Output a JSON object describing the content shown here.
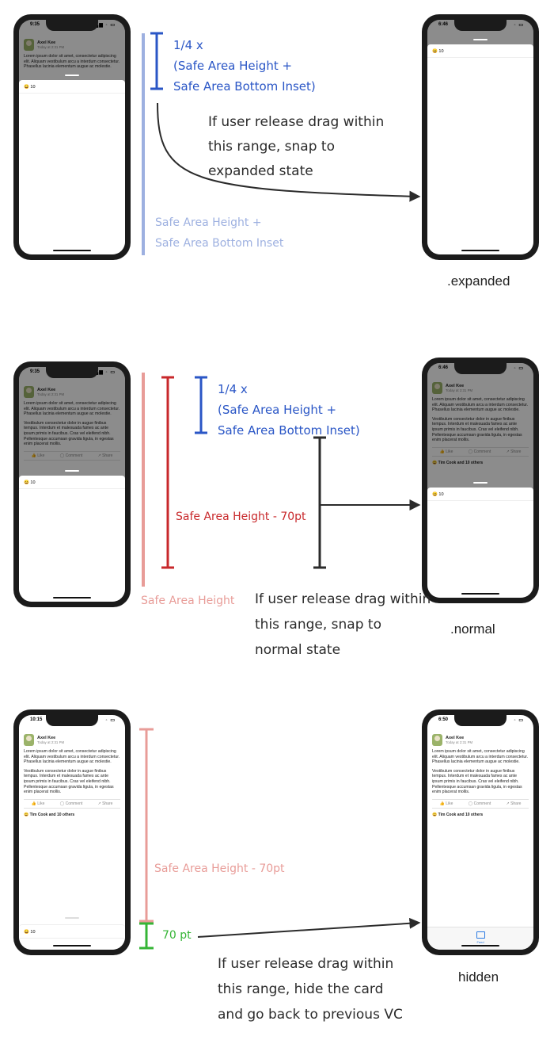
{
  "colors": {
    "blue": "#2a56c6",
    "light_blue": "#9db0e0",
    "red": "#c8282b",
    "pink": "#e89c98",
    "green": "#35b536",
    "dark": "#2b2b2b"
  },
  "post": {
    "author": "Axel Kee",
    "date": "Today at 2:31 PM",
    "para1": "Lorem ipsum dolor sit amet, consectetur adipiscing elit. Aliquam vestibulum arcu a interdum consectetur. Phasellus lacinia elementum augue ac molestie.",
    "para2": "Vestibulum consectetur dolor in augue finibus tempus. Interdum et malesuada fames ac ante ipsum primis in faucibus. Cras vel eleifend nibh. Pellentesque accumsan gravida ligula, in egestas enim placerat mollis.",
    "like": "Like",
    "comment": "Comment",
    "share": "Share",
    "reactions": "Tim Cook and 10 others",
    "card_reaction": "10"
  },
  "section1": {
    "left_time": "9:35",
    "right_time": "6:46",
    "quarter_label": "1/4 x",
    "quarter_label2": "(Safe Area Height +",
    "quarter_label3": "Safe Area Bottom Inset)",
    "drag_text1": "If user release drag within",
    "drag_text2": "this range, snap to",
    "drag_text3": "expanded state",
    "total_label1": "Safe Area Height +",
    "total_label2": "Safe Area Bottom Inset",
    "state": ".expanded"
  },
  "section2": {
    "left_time": "9:35",
    "right_time": "6:46",
    "quarter_label": "1/4 x",
    "quarter_label2": "(Safe Area Height +",
    "quarter_label3": "Safe Area Bottom Inset)",
    "red_label": "Safe Area Height - 70pt",
    "pink_label": "Safe Area Height",
    "drag_text1": "If user release drag within",
    "drag_text2": "this range, snap to",
    "drag_text3": "normal state",
    "state": ".normal"
  },
  "section3": {
    "left_time": "10:15",
    "right_time": "6:50",
    "pink_label": "Safe Area Height - 70pt",
    "green_label": "70 pt",
    "drag_text1": "If user release drag within",
    "drag_text2": "this range, hide the card",
    "drag_text3": "and go back to previous VC",
    "tab_label": "Feed",
    "state": "hidden"
  }
}
